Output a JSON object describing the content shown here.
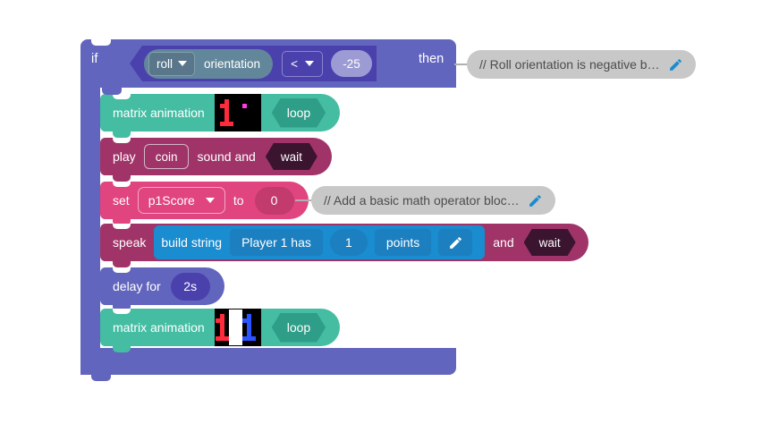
{
  "app": {
    "type": "block-programming-canvas",
    "background": "#ffffff",
    "colors": {
      "control_purple": "#6265bd",
      "boolean_indigo": "#4b41ad",
      "matrix_teal": "#45bda3",
      "music_magenta": "#a03469",
      "variable_pink": "#e0457f",
      "text_blue": "#1a8cd0",
      "comment_gray": "#c8c8c8",
      "pencil_blue": "#1a8cd0"
    }
  },
  "program": {
    "if_block": {
      "if_label": "if",
      "then_label": "then",
      "condition": {
        "sensor_dropdown": "roll",
        "sensor_name": "orientation",
        "operator": "<",
        "value": "-25"
      },
      "comment": {
        "text": "// Roll orientation is negative b…",
        "edit_icon": "pencil-icon"
      }
    },
    "statements": [
      {
        "id": "matrix-animation-1",
        "kind": "matrix-animation",
        "label": "matrix animation",
        "mode": "loop",
        "matrix": {
          "rows": 8,
          "cols": 10,
          "description": "red digit one with magenta pixel",
          "pixels": [
            [
              "#000000",
              "#000000",
              "#000000",
              "#000000",
              "#000000",
              "#000000",
              "#000000",
              "#000000",
              "#000000",
              "#000000"
            ],
            [
              "#000000",
              "#000000",
              "#ff2b3c",
              "#000000",
              "#000000",
              "#000000",
              "#000000",
              "#000000",
              "#000000",
              "#000000"
            ],
            [
              "#000000",
              "#ff2b3c",
              "#ff2b3c",
              "#000000",
              "#000000",
              "#000000",
              "#ff3ce6",
              "#000000",
              "#000000",
              "#000000"
            ],
            [
              "#000000",
              "#000000",
              "#ff2b3c",
              "#000000",
              "#000000",
              "#000000",
              "#000000",
              "#000000",
              "#000000",
              "#000000"
            ],
            [
              "#000000",
              "#000000",
              "#ff2b3c",
              "#000000",
              "#000000",
              "#000000",
              "#000000",
              "#000000",
              "#000000",
              "#000000"
            ],
            [
              "#000000",
              "#000000",
              "#ff2b3c",
              "#000000",
              "#000000",
              "#000000",
              "#000000",
              "#000000",
              "#000000",
              "#000000"
            ],
            [
              "#000000",
              "#ff2b3c",
              "#ff2b3c",
              "#ff2b3c",
              "#000000",
              "#000000",
              "#000000",
              "#000000",
              "#000000",
              "#000000"
            ],
            [
              "#000000",
              "#000000",
              "#000000",
              "#000000",
              "#000000",
              "#000000",
              "#000000",
              "#000000",
              "#000000",
              "#000000"
            ]
          ]
        }
      },
      {
        "id": "play-sound",
        "kind": "play-sound",
        "label_before": "play",
        "sound": "coin",
        "label_after": "sound and",
        "wait": "wait"
      },
      {
        "id": "set-variable",
        "kind": "set-variable",
        "label_before": "set",
        "variable": "p1Score",
        "label_after": "to",
        "value": "0",
        "comment": {
          "text": "// Add a basic math operator bloc…",
          "edit_icon": "pencil-icon"
        }
      },
      {
        "id": "speak",
        "kind": "speak",
        "label_before": "speak",
        "build_string": "build string",
        "parts": [
          "Player 1 has",
          "1",
          "points"
        ],
        "edit_icon": "pencil-icon",
        "label_after": "and",
        "wait": "wait"
      },
      {
        "id": "delay",
        "kind": "delay",
        "label": "delay for",
        "value": "2s"
      },
      {
        "id": "matrix-animation-2",
        "kind": "matrix-animation",
        "label": "matrix animation",
        "mode": "loop",
        "matrix": {
          "rows": 8,
          "cols": 10,
          "description": "red white blue vertical stripes",
          "pixels": [
            [
              "#000000",
              "#000000",
              "#000000",
              "#ffffff",
              "#ffffff",
              "#ffffff",
              "#000000",
              "#000000",
              "#000000",
              "#000000"
            ],
            [
              "#000000",
              "#ff2b3c",
              "#000000",
              "#ffffff",
              "#ffffff",
              "#ffffff",
              "#000000",
              "#2b53ff",
              "#000000",
              "#000000"
            ],
            [
              "#ff2b3c",
              "#ff2b3c",
              "#000000",
              "#ffffff",
              "#ffffff",
              "#ffffff",
              "#2b53ff",
              "#2b53ff",
              "#000000",
              "#000000"
            ],
            [
              "#000000",
              "#ff2b3c",
              "#000000",
              "#ffffff",
              "#ffffff",
              "#ffffff",
              "#000000",
              "#2b53ff",
              "#000000",
              "#000000"
            ],
            [
              "#000000",
              "#ff2b3c",
              "#000000",
              "#ffffff",
              "#ffffff",
              "#ffffff",
              "#000000",
              "#2b53ff",
              "#000000",
              "#000000"
            ],
            [
              "#000000",
              "#ff2b3c",
              "#000000",
              "#ffffff",
              "#ffffff",
              "#ffffff",
              "#000000",
              "#2b53ff",
              "#000000",
              "#000000"
            ],
            [
              "#ff2b3c",
              "#ff2b3c",
              "#ff2b3c",
              "#ffffff",
              "#ffffff",
              "#ffffff",
              "#2b53ff",
              "#2b53ff",
              "#2b53ff",
              "#000000"
            ],
            [
              "#000000",
              "#000000",
              "#000000",
              "#ffffff",
              "#ffffff",
              "#ffffff",
              "#000000",
              "#000000",
              "#000000",
              "#000000"
            ]
          ]
        }
      }
    ]
  }
}
